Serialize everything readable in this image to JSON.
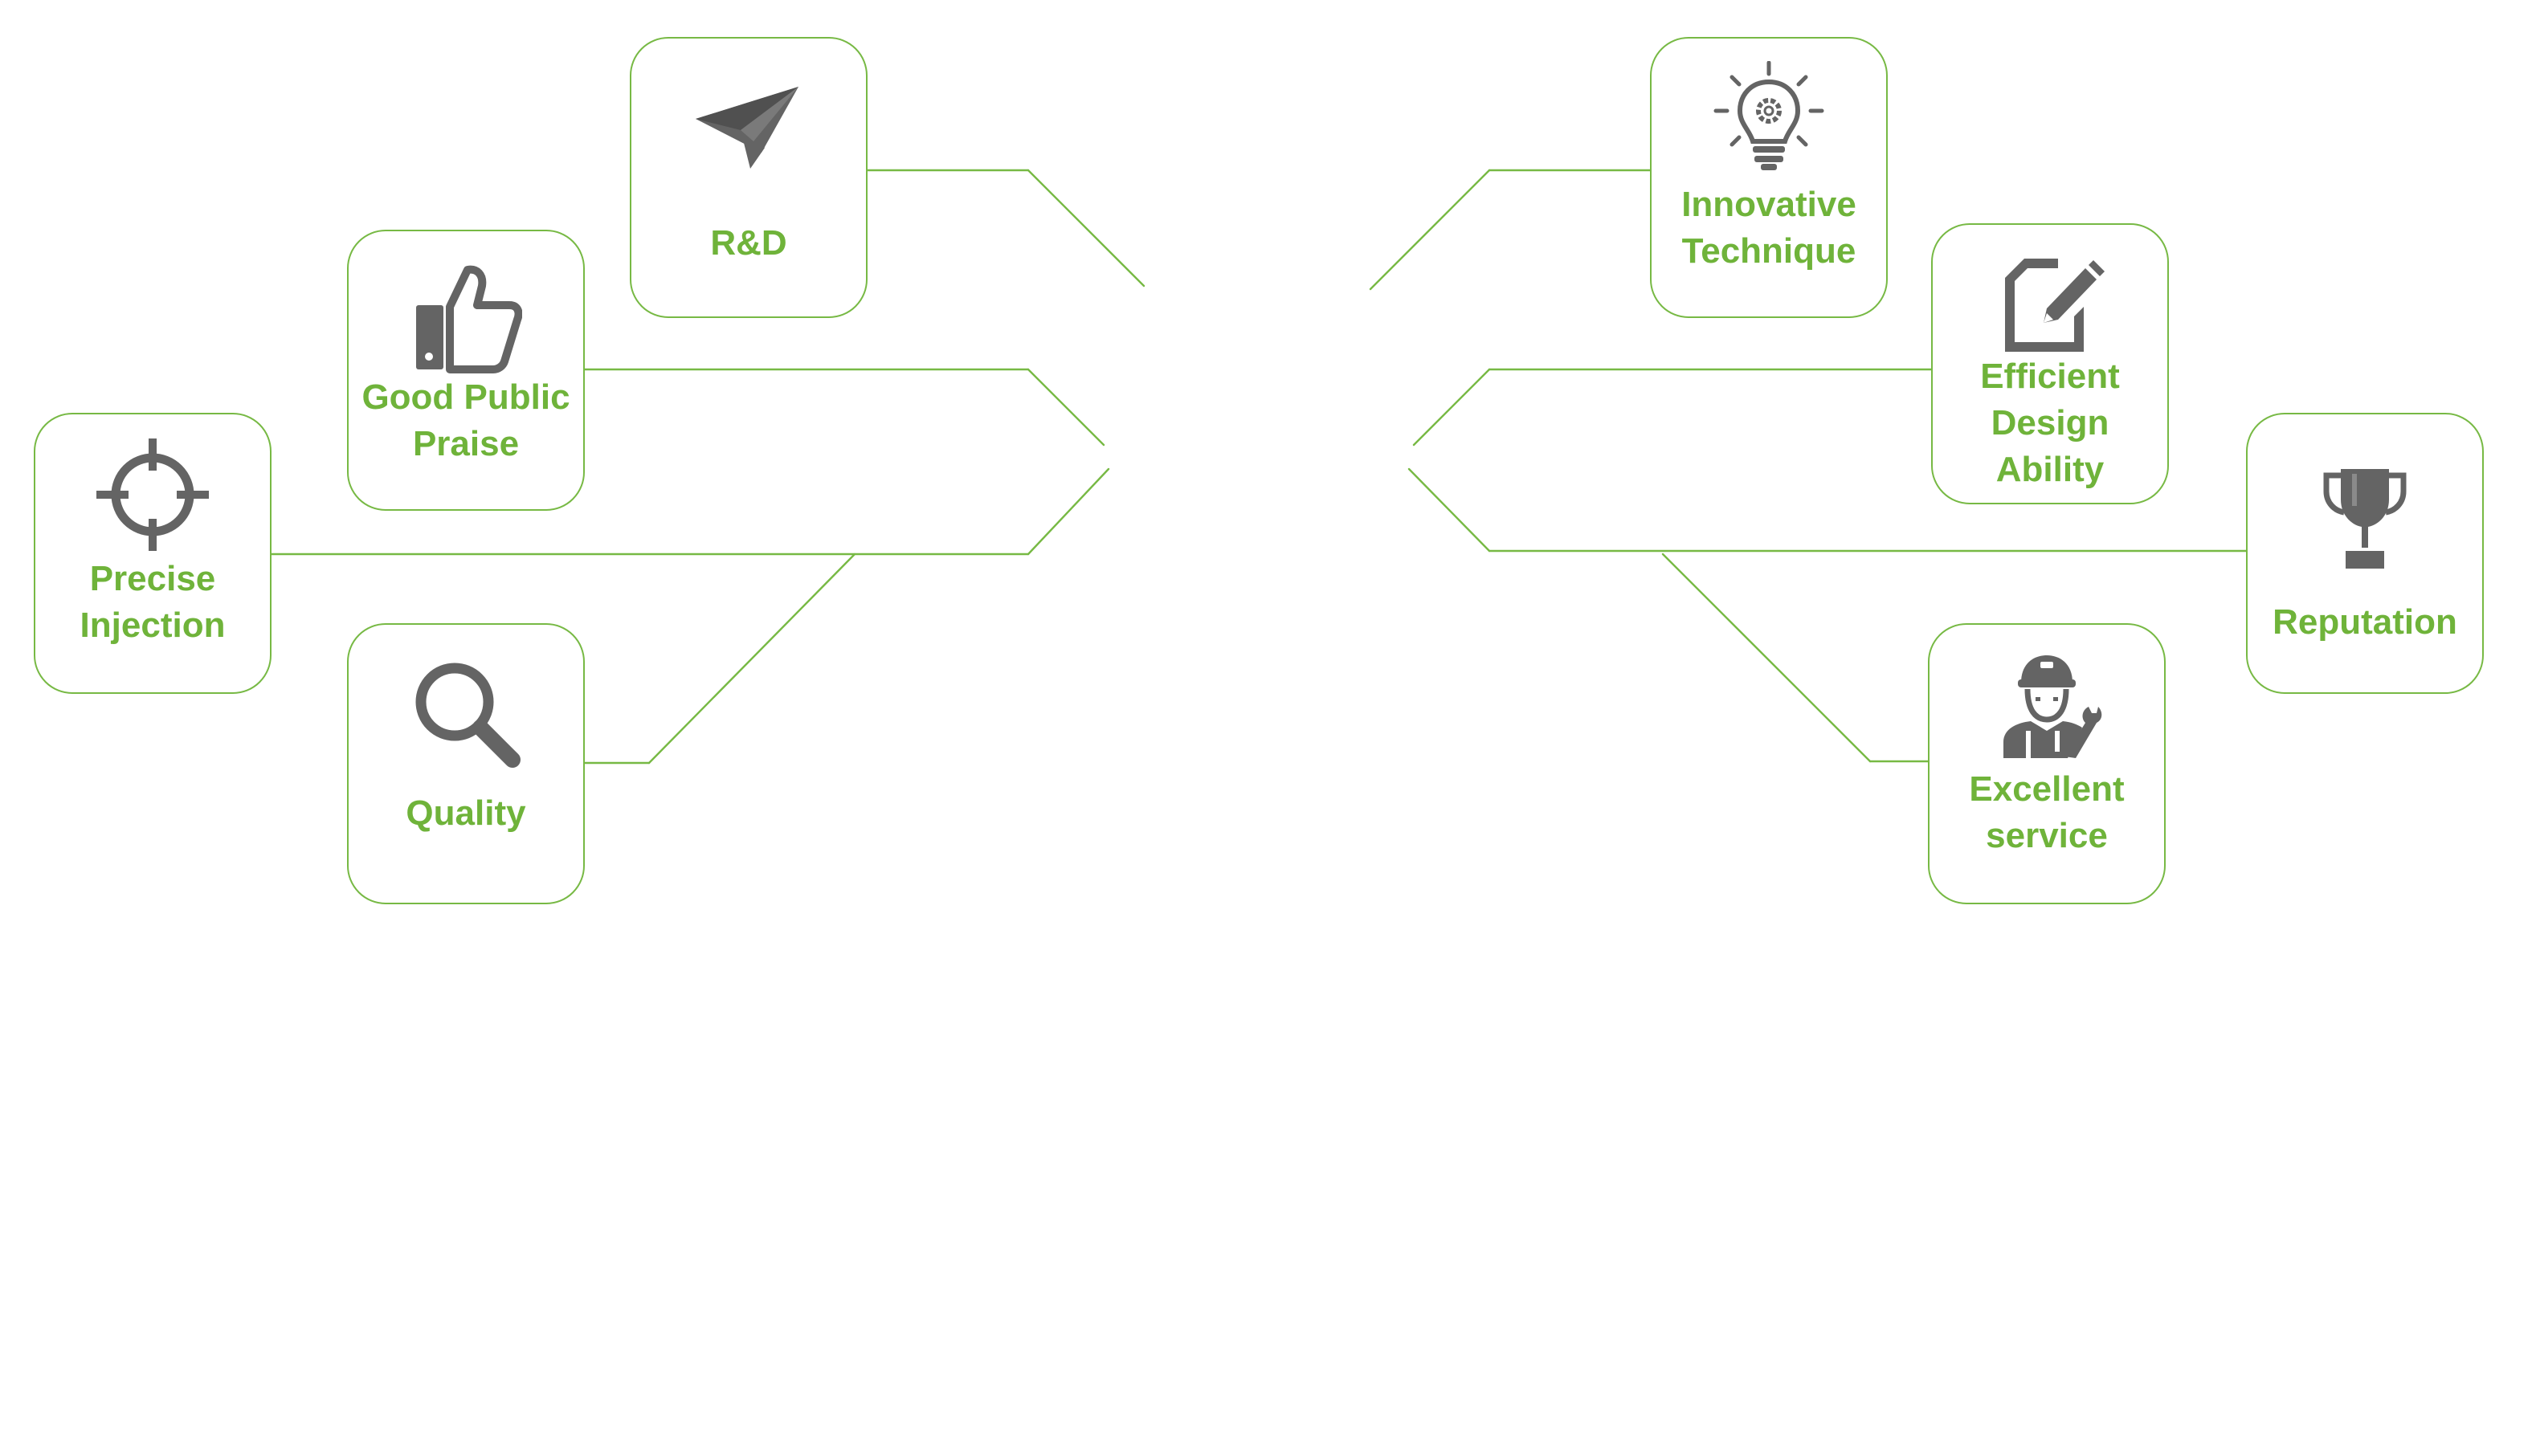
{
  "accent_color": "#77b944",
  "label_color": "#6fb33a",
  "icon_color": "#646464",
  "cards": {
    "rd": {
      "label_lines": [
        "R&D"
      ],
      "icon": "paper-plane-icon"
    },
    "praise": {
      "label_lines": [
        "Good Public",
        "Praise"
      ],
      "icon": "thumbs-up-icon"
    },
    "precise": {
      "label_lines": [
        "Precise",
        "Injection"
      ],
      "icon": "crosshair-icon"
    },
    "quality": {
      "label_lines": [
        "Quality"
      ],
      "icon": "magnifier-icon"
    },
    "innovative": {
      "label_lines": [
        "Innovative",
        "Technique"
      ],
      "icon": "lightbulb-gear-icon"
    },
    "efficient": {
      "label_lines": [
        "Efficient",
        "Design",
        "Ability"
      ],
      "icon": "edit-pen-icon"
    },
    "reputation": {
      "label_lines": [
        "Reputation"
      ],
      "icon": "trophy-icon"
    },
    "excellent": {
      "label_lines": [
        "Excellent",
        "service"
      ],
      "icon": "mechanic-icon"
    }
  }
}
